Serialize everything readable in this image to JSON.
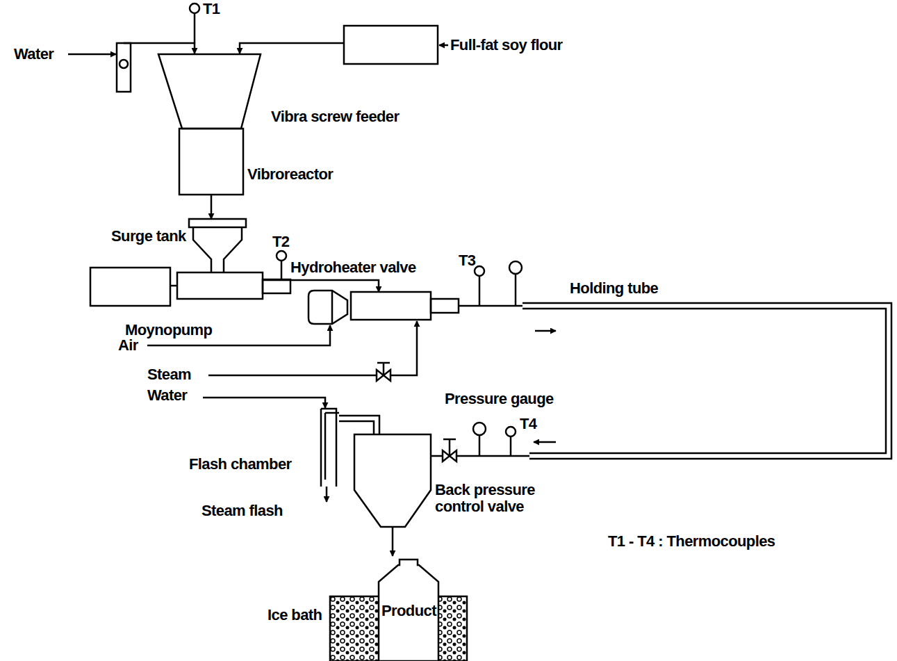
{
  "diagram": {
    "nodes": [
      {
        "text": [
          "Vibra screw feeder"
        ]
      },
      {
        "text": [
          "Vibroreactor"
        ]
      },
      {
        "text": [
          "Surge tank"
        ]
      },
      {
        "text": [
          "Moynopump"
        ]
      },
      {
        "text": [
          "Hydroheater valve"
        ]
      },
      {
        "text": [
          "Flash chamber"
        ]
      },
      {
        "text": [
          "Ice bath"
        ]
      },
      {
        "text": [
          "Product"
        ],
        "in": 6
      }
    ],
    "edges": [
      {
        "from": 1,
        "to": 2,
        "arrow": "to"
      },
      {
        "from": 3,
        "to": 4,
        "arrow": "to"
      }
    ],
    "labels": [
      "T1",
      "Full-fat soy flour",
      "Water",
      "T2",
      "T3",
      "Holding tube",
      "Air",
      "Steam",
      "Water",
      "Pressure gauge",
      "T4",
      "Steam flash",
      "Back pressure control valve",
      "T1 - T4 : Thermocouples"
    ]
  }
}
